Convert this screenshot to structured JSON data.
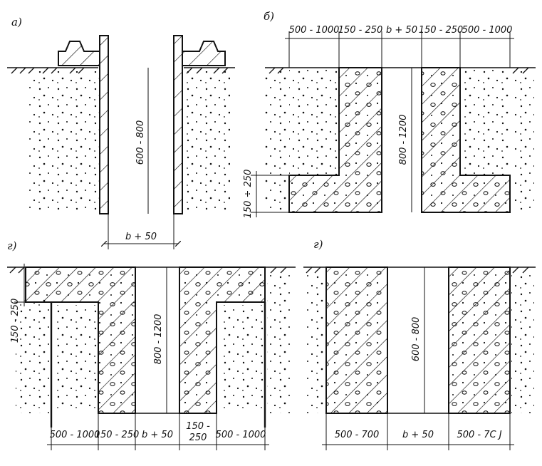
{
  "panels": {
    "a": {
      "label": "а)",
      "depth": "600 - 800",
      "width": "b + 50"
    },
    "b": {
      "label": "б)",
      "top_dims": [
        "500 - 1000",
        "150 - 250",
        "b + 50",
        "150 - 250",
        "500 - 1000"
      ],
      "depth": "800 - 1200",
      "side": "150 ÷ 250"
    },
    "c": {
      "label": "г)",
      "bottom_dims": [
        "500 - 1000",
        "150 - 250",
        "b + 50",
        "150 -",
        "250",
        "500 - 1000"
      ],
      "depth": "800 - 1200",
      "side": "150 - 250"
    },
    "d": {
      "label": "г)",
      "depth": "600 - 800",
      "bottom_dims": [
        "500 - 700",
        "b + 50",
        "500 - 7С J"
      ]
    }
  },
  "colors": {
    "ink": "#111111",
    "paper": "#ffffff"
  }
}
